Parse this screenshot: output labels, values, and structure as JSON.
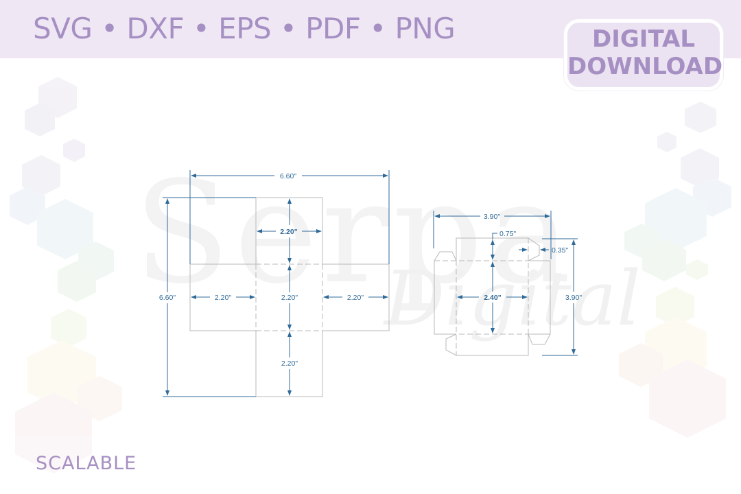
{
  "header": {
    "formats_text": "SVG • DXF • EPS • PDF • PNG",
    "formats": [
      "SVG",
      "DXF",
      "EPS",
      "PDF",
      "PNG"
    ]
  },
  "badge": {
    "line1": "DIGITAL",
    "line2": "DOWNLOAD"
  },
  "footer": {
    "label": "SCALABLE"
  },
  "watermark": {
    "main": "Serpa",
    "script": "Digital"
  },
  "colors": {
    "accent_purple": "#a68fc3",
    "banner_bg": "#efe8f4",
    "dimension_blue": "#2f6a99",
    "cut_line_gray": "#b9b9b9"
  },
  "diagrams": {
    "cross_box": {
      "overall_width": "6.60\"",
      "overall_height": "6.60\"",
      "top_panel_width": "2.20\"",
      "left_panel_width": "2.20\"",
      "center_panel_height": "2.20\"",
      "right_panel_width": "2.20\"",
      "bottom_panel_height": "2.20\""
    },
    "tuck_box": {
      "overall_width": "3.90\"",
      "overall_height": "3.90\"",
      "flap_height": "0.75\"",
      "tab_width": "0.35\"",
      "panel_width": "2.40\""
    }
  }
}
